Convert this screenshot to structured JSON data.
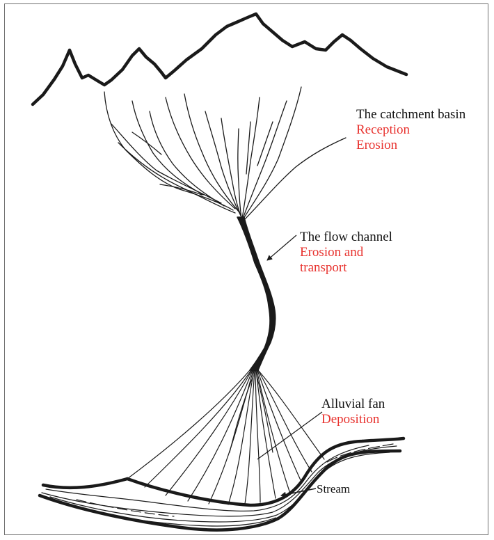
{
  "colors": {
    "ink": "#1a1a1a",
    "heading_text": "#111111",
    "process_text": "#e8322e",
    "border": "#6f6f6f"
  },
  "labels": {
    "catchment": {
      "title": "The catchment basin",
      "lines": [
        "Reception",
        "Erosion"
      ]
    },
    "channel": {
      "title": "The flow channel",
      "lines": [
        "Erosion and",
        "transport"
      ]
    },
    "fan": {
      "title": "Alluvial fan",
      "lines": [
        "Deposition"
      ]
    },
    "stream": {
      "title": "Stream"
    }
  }
}
